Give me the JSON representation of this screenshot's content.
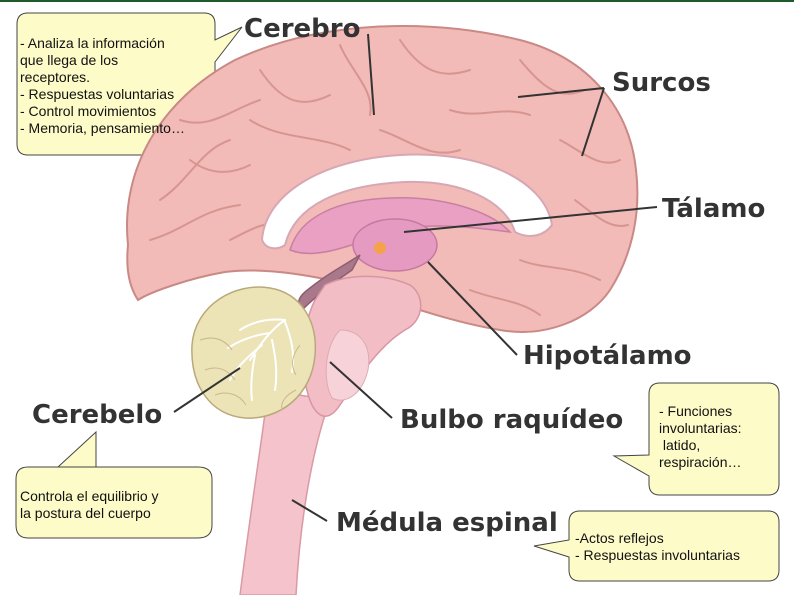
{
  "labels": {
    "cerebro": "Cerebro",
    "surcos": "Surcos",
    "talamo": "Tálamo",
    "hipotalamo": "Hipotálamo",
    "cerebelo": "Cerebelo",
    "bulbo": "Bulbo raquídeo",
    "medula": "Médula espinal"
  },
  "callouts": {
    "cerebro": "- Analiza la información\nque llega de los\nreceptores.\n- Respuestas voluntarias\n- Control movimientos\n- Memoria, pensamiento…",
    "bulbo": "- Funciones\ninvoluntarias:\n latido,\nrespiración…",
    "cerebelo": "Controla el equilibrio y\nla postura del cuerpo",
    "medula": "-Actos reflejos\n- Respuestas involuntarias"
  },
  "colors": {
    "callout_fill": "#fdfbc8",
    "brain_fill": "#f1b9b6",
    "brain_outline": "#c98985",
    "cerebellum_fill": "#ece3b7",
    "stem_fill": "#f3bfc7",
    "thalamus_fill": "#e6a7c4",
    "accent_orange": "#f5a24a"
  }
}
